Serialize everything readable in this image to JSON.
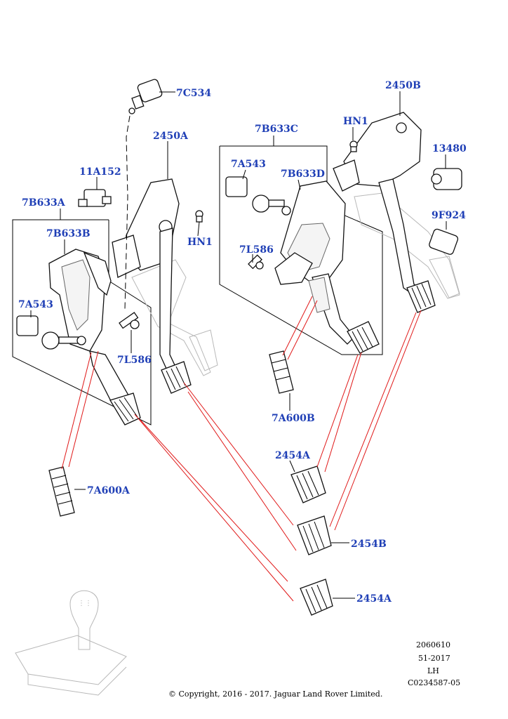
{
  "callouts": {
    "c_7C534": "7C534",
    "c_2450A": "2450A",
    "c_11A152": "11A152",
    "c_7B633A": "7B633A",
    "c_7B633B": "7B633B",
    "c_7A543_left": "7A543",
    "c_7L586_left": "7L586",
    "c_HN1_left": "HN1",
    "c_7A600A": "7A600A",
    "c_7B633C": "7B633C",
    "c_7A543_mid": "7A543",
    "c_7B633D": "7B633D",
    "c_7L586_mid": "7L586",
    "c_7A600B": "7A600B",
    "c_HN1_right": "HN1",
    "c_2450B": "2450B",
    "c_13480": "13480",
    "c_9F924": "9F924",
    "c_2454A_top": "2454A",
    "c_2454B": "2454B",
    "c_2454A_bottom": "2454A"
  },
  "meta": {
    "line1": "2060610",
    "line2": "51-2017",
    "line3": "LH",
    "line4": "C0234587-05"
  },
  "copyright": "© Copyright, 2016 - 2017. Jaguar Land Rover Limited."
}
